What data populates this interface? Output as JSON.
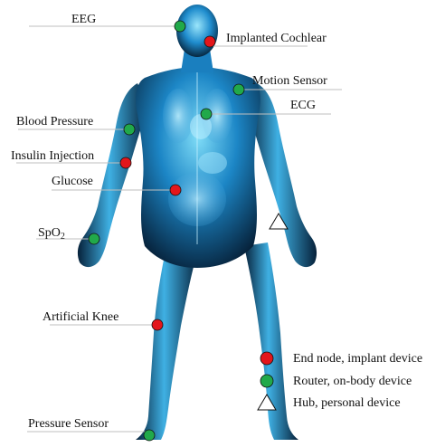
{
  "colors": {
    "end_node": "#e3161b",
    "router": "#21a94a",
    "hub": "#ffffff",
    "leader_line": "#bfbfbf",
    "body_dark": "#08243f",
    "body_mid": "#1976b5",
    "body_light": "#6fd3f5"
  },
  "labels": {
    "eeg": "EEG",
    "implanted_cochlear": "Implanted Cochlear",
    "motion_sensor": "Motion Sensor",
    "ecg": "ECG",
    "blood_pressure": "Blood Pressure",
    "insulin_injection": "Insulin Injection",
    "glucose": "Glucose",
    "spo2_main": "SpO",
    "spo2_sub": "2",
    "artificial_knee": "Artificial Knee",
    "pressure_sensor": "Pressure Sensor"
  },
  "legend": {
    "end_node": "End node, implant device",
    "router": "Router, on-body device",
    "hub": "Hub, personal device"
  },
  "nodes": [
    {
      "id": "eeg",
      "kind": "router"
    },
    {
      "id": "implanted_cochlear",
      "kind": "end_node"
    },
    {
      "id": "motion_sensor",
      "kind": "router"
    },
    {
      "id": "ecg",
      "kind": "router"
    },
    {
      "id": "blood_pressure",
      "kind": "router"
    },
    {
      "id": "insulin_injection",
      "kind": "end_node"
    },
    {
      "id": "glucose",
      "kind": "end_node"
    },
    {
      "id": "spo2",
      "kind": "router"
    },
    {
      "id": "artificial_knee",
      "kind": "end_node"
    },
    {
      "id": "pressure_sensor",
      "kind": "router"
    },
    {
      "id": "hub",
      "kind": "hub"
    }
  ]
}
